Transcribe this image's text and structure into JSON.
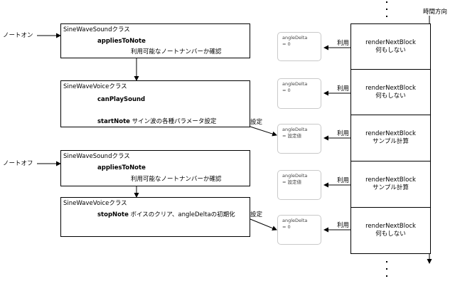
{
  "time_direction": "時間方向",
  "notes": {
    "on": "ノートオン",
    "off": "ノートオフ"
  },
  "classes": [
    {
      "title": "SineWaveSoundクラス",
      "method": "appliesToNote",
      "desc": "利用可能なノートナンバーか確認"
    },
    {
      "title": "SineWaveVoiceクラス",
      "method1": "canPlaySound",
      "method2": "startNote",
      "desc": " サイン波の各種パラメータ設定"
    },
    {
      "title": "SineWaveSoundクラス",
      "method": "appliesToNote",
      "desc": "利用可能なノートナンバーか確認"
    },
    {
      "title": "SineWaveVoiceクラス",
      "method": "stopNote",
      "desc": " ボイスのクリア、angleDeltaの初期化"
    }
  ],
  "setting_label": "設定",
  "use_label": "利用",
  "states": [
    {
      "name": "angleDelta",
      "value": "= 0"
    },
    {
      "name": "angleDelta",
      "value": "= 0"
    },
    {
      "name": "angleDelta",
      "value": "= 設定値"
    },
    {
      "name": "angleDelta",
      "value": "= 設定値"
    },
    {
      "name": "angleDelta",
      "value": "= 0"
    }
  ],
  "blocks": [
    {
      "name": "renderNextBlock",
      "desc": "何もしない"
    },
    {
      "name": "renderNextBlock",
      "desc": "何もしない"
    },
    {
      "name": "renderNextBlock",
      "desc": "サンプル計算"
    },
    {
      "name": "renderNextBlock",
      "desc": "サンプル計算"
    },
    {
      "name": "renderNextBlock",
      "desc": "何もしない"
    }
  ]
}
